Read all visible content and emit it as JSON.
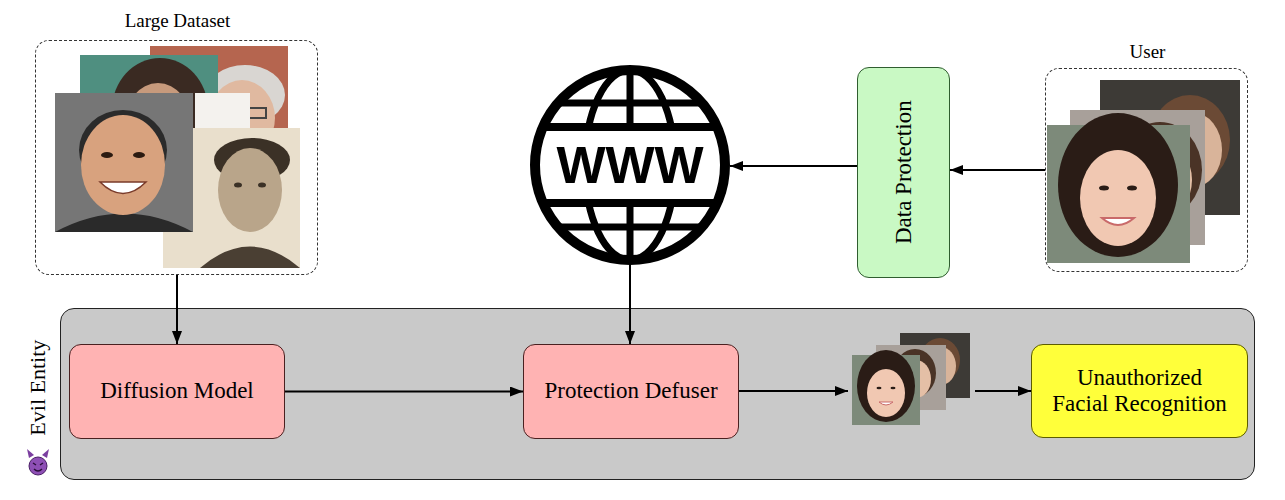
{
  "diagram": {
    "nodes": [
      {
        "text": [
          "Large Dataset"
        ]
      },
      {
        "text": [
          "WWW"
        ]
      },
      {
        "text": [
          "Data Protection"
        ]
      },
      {
        "text": [
          "User"
        ]
      },
      {
        "text": [
          "Evil Entity"
        ]
      },
      {
        "text": [
          "Diffusion Model"
        ],
        "in": 4
      },
      {
        "text": [
          "Protection Defuser"
        ],
        "in": 4
      },
      {
        "text": [
          "Unauthorized Facial Recognition"
        ],
        "in": 4
      }
    ],
    "edges": [
      {
        "from": 3,
        "to": 2,
        "arrow": "to"
      },
      {
        "from": 2,
        "to": 1,
        "arrow": "to"
      },
      {
        "from": 0,
        "to": 5,
        "arrow": "to"
      },
      {
        "from": 1,
        "to": 6,
        "arrow": "to"
      },
      {
        "from": 5,
        "to": 6,
        "arrow": "to"
      },
      {
        "from": 6,
        "to": 7,
        "arrow": "to"
      }
    ]
  }
}
